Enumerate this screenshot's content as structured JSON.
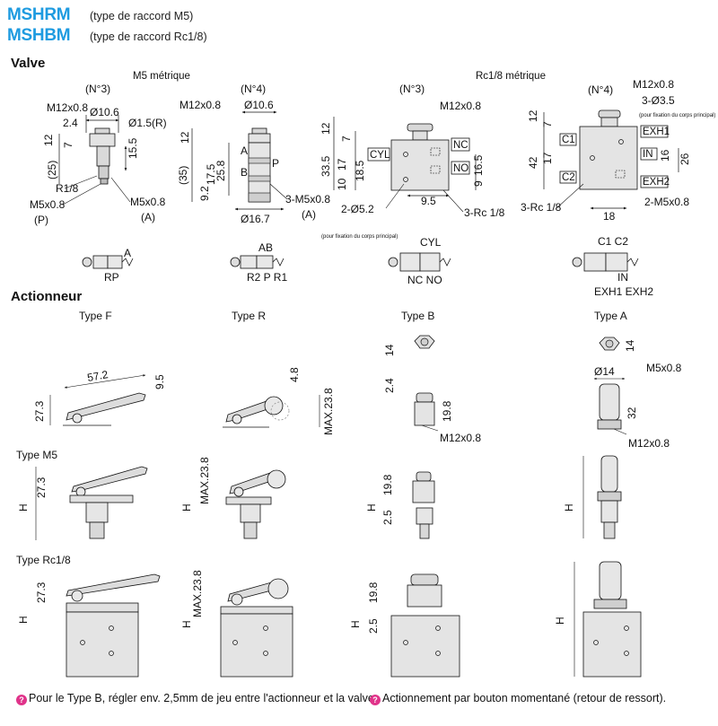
{
  "header": {
    "mshrm": "MSHRM",
    "mshrm_note": "(type de raccord M5)",
    "mshbm": "MSHBM",
    "mshbm_note": "(type de raccord Rc1/8)"
  },
  "sections": {
    "valve": "Valve",
    "actionneur": "Actionneur"
  },
  "valve": {
    "m5_caption": "M5 métrique",
    "rc_caption": "Rc1/8 métrique",
    "views": [
      {
        "id": "m5-n3",
        "tag": "(N°3)",
        "labels": [
          "M12x0.8",
          "Ø10.6",
          "Ø1.5(R)",
          "2.4",
          "12",
          "7",
          "15.5",
          "(25)",
          "R1/8",
          "M5x0.8",
          "(P)",
          "M5x0.8",
          "(A)"
        ]
      },
      {
        "id": "m5-n4",
        "tag": "(N°4)",
        "labels": [
          "M12x0.8",
          "Ø10.6",
          "12",
          "A",
          "25.8",
          "17.5",
          "B",
          "P",
          "(35)",
          "9.2",
          "3-M5x0.8",
          "(A)",
          "Ø16.7"
        ]
      },
      {
        "id": "rc-n3",
        "tag": "(N°3)",
        "labels": [
          "M12x0.8",
          "12",
          "7",
          "CYL",
          "NC",
          "NO",
          "33.5",
          "17",
          "10",
          "18.5",
          "9",
          "16.5",
          "2-Ø5.2",
          "(pour fixation du corps principal)",
          "9.5",
          "3-Rc 1/8"
        ]
      },
      {
        "id": "rc-n4",
        "tag": "(N°4)",
        "labels": [
          "M12x0.8",
          "3-Ø3.5",
          "(pour fixation du corps principal)",
          "12",
          "7",
          "C1",
          "EXH1",
          "IN",
          "42",
          "17",
          "16",
          "26",
          "C2",
          "EXH2",
          "3-Rc 1/8",
          "18",
          "2-M5x0.8"
        ]
      }
    ],
    "symbols": [
      {
        "id": "sym-m5-n3",
        "top": "A",
        "bottom": "RP"
      },
      {
        "id": "sym-m5-n4",
        "top": "AB",
        "bottom": "R2 P R1"
      },
      {
        "id": "sym-rc-n3",
        "top": "CYL",
        "bottom": "NC NO"
      },
      {
        "id": "sym-rc-n4",
        "top": "C1 C2",
        "bottom_in": "IN",
        "bottom": "EXH1 EXH2"
      }
    ]
  },
  "actionneur": {
    "types": [
      "Type F",
      "Type R",
      "Type B",
      "Type A"
    ],
    "type_f": {
      "length": "57.2",
      "height": "27.3",
      "tip": "9.5"
    },
    "type_r": {
      "roller": "4.8",
      "max": "MAX.23.8"
    },
    "type_b": {
      "h1": "14",
      "h2": "2.4",
      "h3": "19.8",
      "thread": "M12x0.8"
    },
    "type_a": {
      "h1": "14",
      "dia": "Ø14",
      "thread_top": "M5x0.8",
      "height": "32",
      "thread": "M12x0.8"
    }
  },
  "rows": {
    "m5": {
      "label": "Type M5",
      "f": "27.3",
      "r": "MAX.23.8",
      "b1": "19.8",
      "b2": "2.5",
      "h": "H"
    },
    "rc": {
      "label": "Type Rc1/8",
      "f": "27.3",
      "r": "MAX.23.8",
      "b1": "19.8",
      "b2": "2.5",
      "h": "H"
    }
  },
  "notes": {
    "left": "Pour le Type B, régler env. 2,5mm de jeu entre l'actionneur et la valve.",
    "right": "Actionnement par bouton momentané (retour de ressort)."
  }
}
